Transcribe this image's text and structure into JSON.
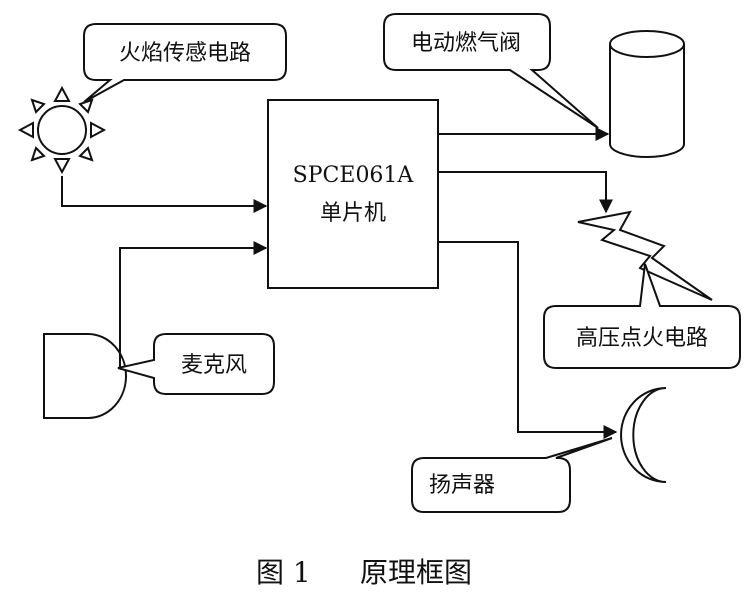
{
  "diagram": {
    "flame_sensor_label": "火焰传感电路",
    "gas_valve_label": "电动燃气阀",
    "mcu_label": "SPCE061A",
    "mcu_sublabel": "单片机",
    "microphone_label": "麦克风",
    "ignition_label": "高压点火电路",
    "speaker_label": "扬声器"
  },
  "caption": {
    "figure_number": "图 1",
    "title": "原理框图"
  }
}
